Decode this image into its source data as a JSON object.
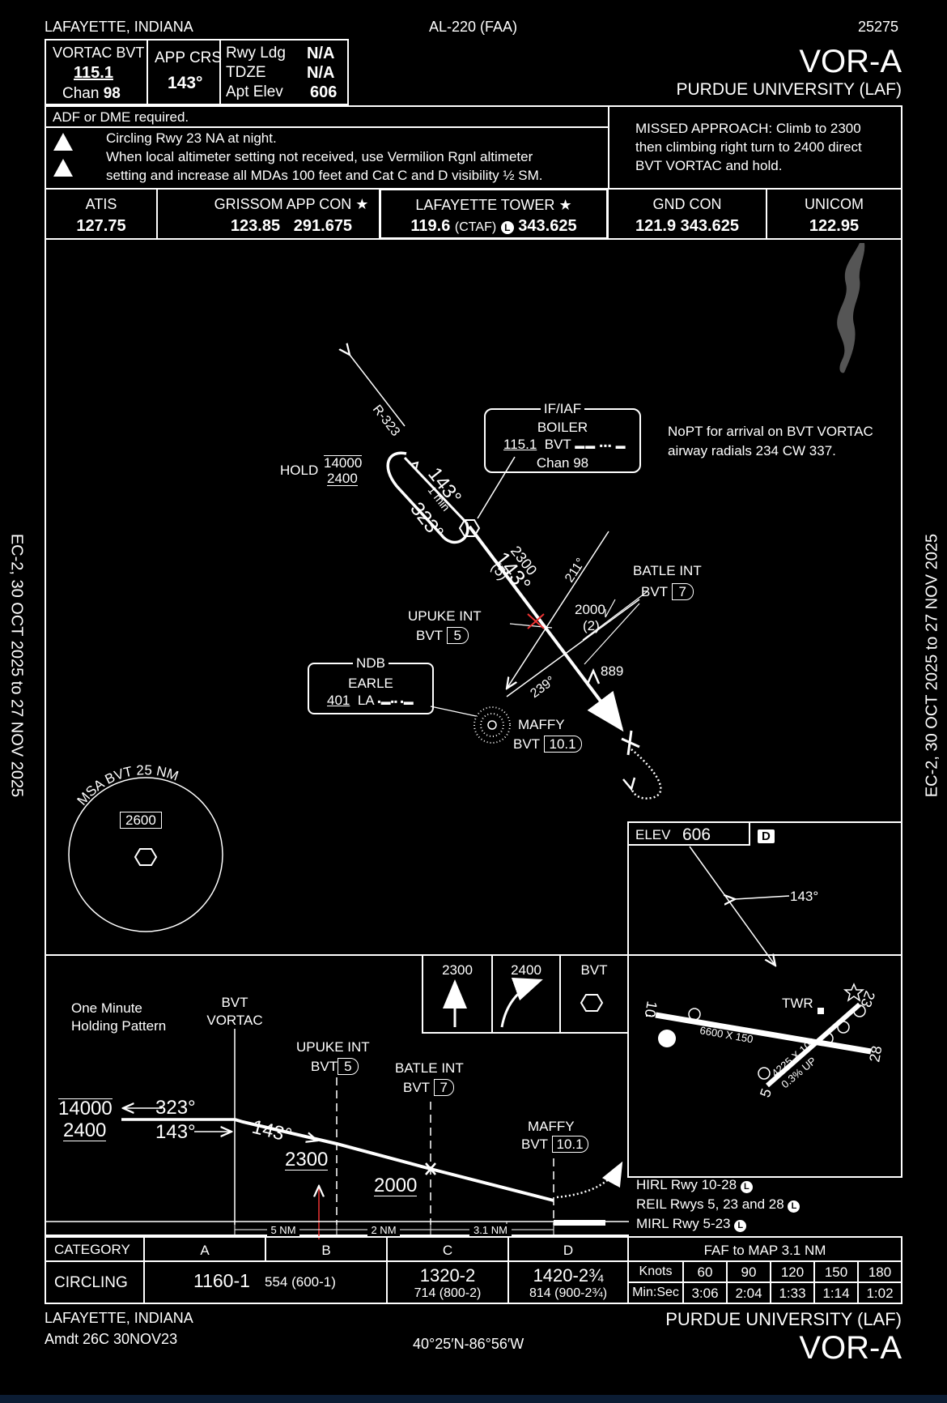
{
  "header": {
    "location_left": "LAFAYETTE, INDIANA",
    "chart_id": "AL-220 (FAA)",
    "procedure_no": "25275",
    "title": "VOR-A",
    "airport": "PURDUE UNIVERSITY (LAF)"
  },
  "briefing": {
    "nav_label": "VORTAC  BVT",
    "nav_freq": "115.1",
    "chan_label": "Chan",
    "chan_value": "98",
    "app_crs_label": "APP CRS",
    "app_crs_value": "143°",
    "rwy_ldg_label": "Rwy Ldg",
    "rwy_ldg_value": "N/A",
    "tdze_label": "TDZE",
    "tdze_value": "N/A",
    "apt_elev_label": "Apt Elev",
    "apt_elev_value": "606",
    "notes_line1": "ADF or DME required.",
    "notes_line2": "Circling Rwy 23 NA at night.",
    "notes_line3": "When local altimeter setting not received, use Vermilion Rgnl altimeter",
    "notes_line4": "setting and increase all MDAs 100 feet and Cat C and D visibility ½ SM.",
    "icon_t": "T",
    "icon_a": "A",
    "missed_line1": "MISSED APPROACH:  Climb to 2300",
    "missed_line2": "then climbing right turn to 2400 direct",
    "missed_line3": "BVT VORTAC and hold."
  },
  "comms": [
    {
      "label": "ATIS",
      "value": "127.75"
    },
    {
      "label": "GRISSOM APP CON",
      "value": "123.85   291.675"
    },
    {
      "label": "LAFAYETTE TOWER",
      "value_a": "119.6",
      "value_b": "(CTAF)",
      "value_c": "343.625"
    },
    {
      "label": "GND CON",
      "value": "121.9  343.625"
    },
    {
      "label": "UNICOM",
      "value": "122.95"
    }
  ],
  "plan": {
    "r323": "R-323",
    "hold_label": "HOLD",
    "hold_alt_top": "14000",
    "hold_alt_bottom": "2400",
    "inbound_course": "143°",
    "one_min": "1 min",
    "outbound_course": "323°",
    "iaf_title": "IF/IAF",
    "iaf_name": "BOILER",
    "iaf_freq": "115.1",
    "iaf_id": "BVT",
    "iaf_chan": "Chan 98",
    "nopt_line1": "NoPT for arrival on BVT VORTAC",
    "nopt_line2": "airway radials 234 CW 337.",
    "seg_alt": "2300",
    "seg_dist": "(5)",
    "seg_course": "143°",
    "radial_211": "211°",
    "batle_name": "BATLE INT",
    "batle_id": "BVT",
    "batle_dme": "7",
    "upuke_name": "UPUKE INT",
    "upuke_id": "BVT",
    "upuke_dme": "5",
    "alt2000": "2000",
    "dist2": "(2)",
    "obstacle": "889",
    "radial_239": "239°",
    "ndb_title": "NDB",
    "ndb_name": "EARLE",
    "ndb_freq": "401",
    "ndb_id": "LA",
    "maffy_name": "MAFFY",
    "maffy_id": "BVT",
    "maffy_dme": "10.1",
    "msa_label": "MSA BVT 25 NM",
    "msa_alt": "2600"
  },
  "airport_sketch": {
    "elev_label": "ELEV",
    "elev_value": "606",
    "d_badge": "D",
    "course": "143°",
    "twr": "TWR",
    "rwy10": "10",
    "rwy28": "28",
    "rwy5": "5",
    "rwy23": "23",
    "rwy_main_dims": "6600 X 150",
    "rwy_cross_dims": "4225 X 100",
    "grade": "0.3% UP",
    "light1": "HIRL Rwy 10-28",
    "light2": "REIL Rwys 5, 23 and 28",
    "light3": "MIRL Rwy 5-23",
    "l_badge": "L"
  },
  "profile": {
    "holding_line1": "One Minute",
    "holding_line2": "Holding Pattern",
    "vortac_line1": "BVT",
    "vortac_line2": "VORTAC",
    "hold_top": "14000",
    "hold_bottom": "2400",
    "outbound": "323°",
    "inbound": "143°",
    "seg_course": "143°",
    "alt_2300": "2300",
    "alt_2000": "2000",
    "upuke": "UPUKE INT",
    "upuke_id": "BVT",
    "upuke_dme": "5",
    "batle": "BATLE INT",
    "batle_id": "BVT",
    "batle_dme": "7",
    "maffy": "MAFFY",
    "maffy_id": "BVT",
    "maffy_dme": "10.1",
    "dist1": "5 NM",
    "dist2": "2 NM",
    "dist3": "3.1 NM",
    "ma_icon1": "2300",
    "ma_icon2": "2400",
    "ma_icon3": "BVT"
  },
  "minima": {
    "category_label": "CATEGORY",
    "cats": [
      "A",
      "B",
      "C",
      "D"
    ],
    "circling_label": "CIRCLING",
    "ab_main": "1160-1",
    "ab_sub": "554 (600-1)",
    "c_main": "1320-2",
    "c_sub": "714 (800-2)",
    "d_main": "1420-2¾",
    "d_sub": "814 (900-2¾)"
  },
  "timing": {
    "title": "FAF to MAP 3.1 NM",
    "knots_label": "Knots",
    "minsec_label": "Min:Sec",
    "knots": [
      "60",
      "90",
      "120",
      "150",
      "180"
    ],
    "times": [
      "3:06",
      "2:04",
      "1:33",
      "1:14",
      "1:02"
    ]
  },
  "footer": {
    "location": "LAFAYETTE, INDIANA",
    "amdt": "Amdt 26C  30NOV23",
    "coords": "40°25′N-86°56′W",
    "airport": "PURDUE UNIVERSITY (LAF)",
    "title": "VOR-A"
  },
  "margin": {
    "left_text": "EC-2,  30 OCT 2025  to  27 NOV 2025",
    "right_text": "EC-2,  30 OCT 2025  to  27 NOV 2025"
  }
}
